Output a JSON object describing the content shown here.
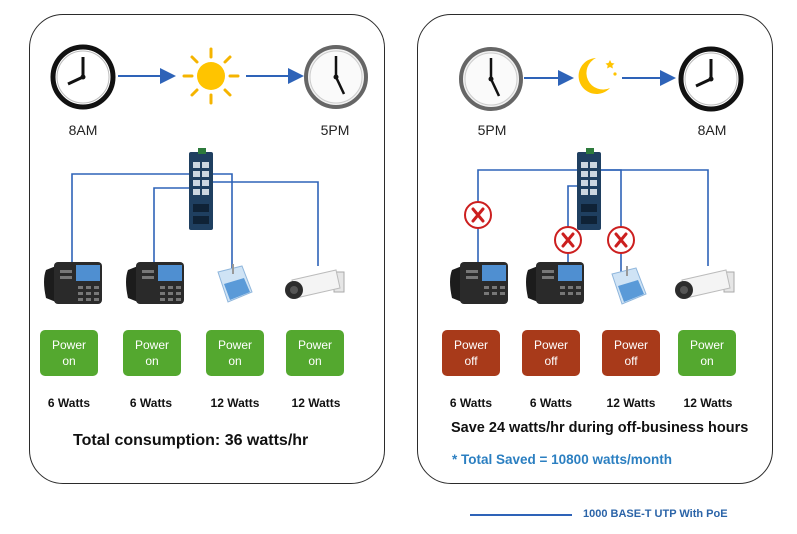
{
  "colors": {
    "wire": "#2e63b8",
    "power_on": "#54a82f",
    "power_off": "#a83a1a",
    "saved_text": "#2b7fc1",
    "x_mark": "#cc1f1f"
  },
  "left": {
    "start_time": "8AM",
    "end_time": "5PM",
    "period_icon": "sun-icon",
    "devices": [
      {
        "icon": "ip-phone-icon",
        "status": "Power on",
        "state": "on",
        "watts": "6 Watts"
      },
      {
        "icon": "ip-phone-icon",
        "status": "Power on",
        "state": "on",
        "watts": "6 Watts"
      },
      {
        "icon": "access-point-icon",
        "status": "Power on",
        "state": "on",
        "watts": "12 Watts"
      },
      {
        "icon": "camera-icon",
        "status": "Power on",
        "state": "on",
        "watts": "12 Watts"
      }
    ],
    "summary": "Total  consumption:  36 watts/hr"
  },
  "right": {
    "start_time": "5PM",
    "end_time": "8AM",
    "period_icon": "moon-icon",
    "devices": [
      {
        "icon": "ip-phone-icon",
        "status": "Power off",
        "state": "off",
        "watts": "6 Watts",
        "disconnected": true
      },
      {
        "icon": "ip-phone-icon",
        "status": "Power off",
        "state": "off",
        "watts": "6 Watts",
        "disconnected": true
      },
      {
        "icon": "access-point-icon",
        "status": "Power off",
        "state": "off",
        "watts": "12 Watts",
        "disconnected": true
      },
      {
        "icon": "camera-icon",
        "status": "Power on",
        "state": "on",
        "watts": "12 Watts",
        "disconnected": false
      }
    ],
    "summary": "Save 24 watts/hr during off-business hours",
    "saved": "* Total Saved = 10800 watts/month"
  },
  "legend": {
    "label": "1000 BASE-T UTP With PoE"
  }
}
